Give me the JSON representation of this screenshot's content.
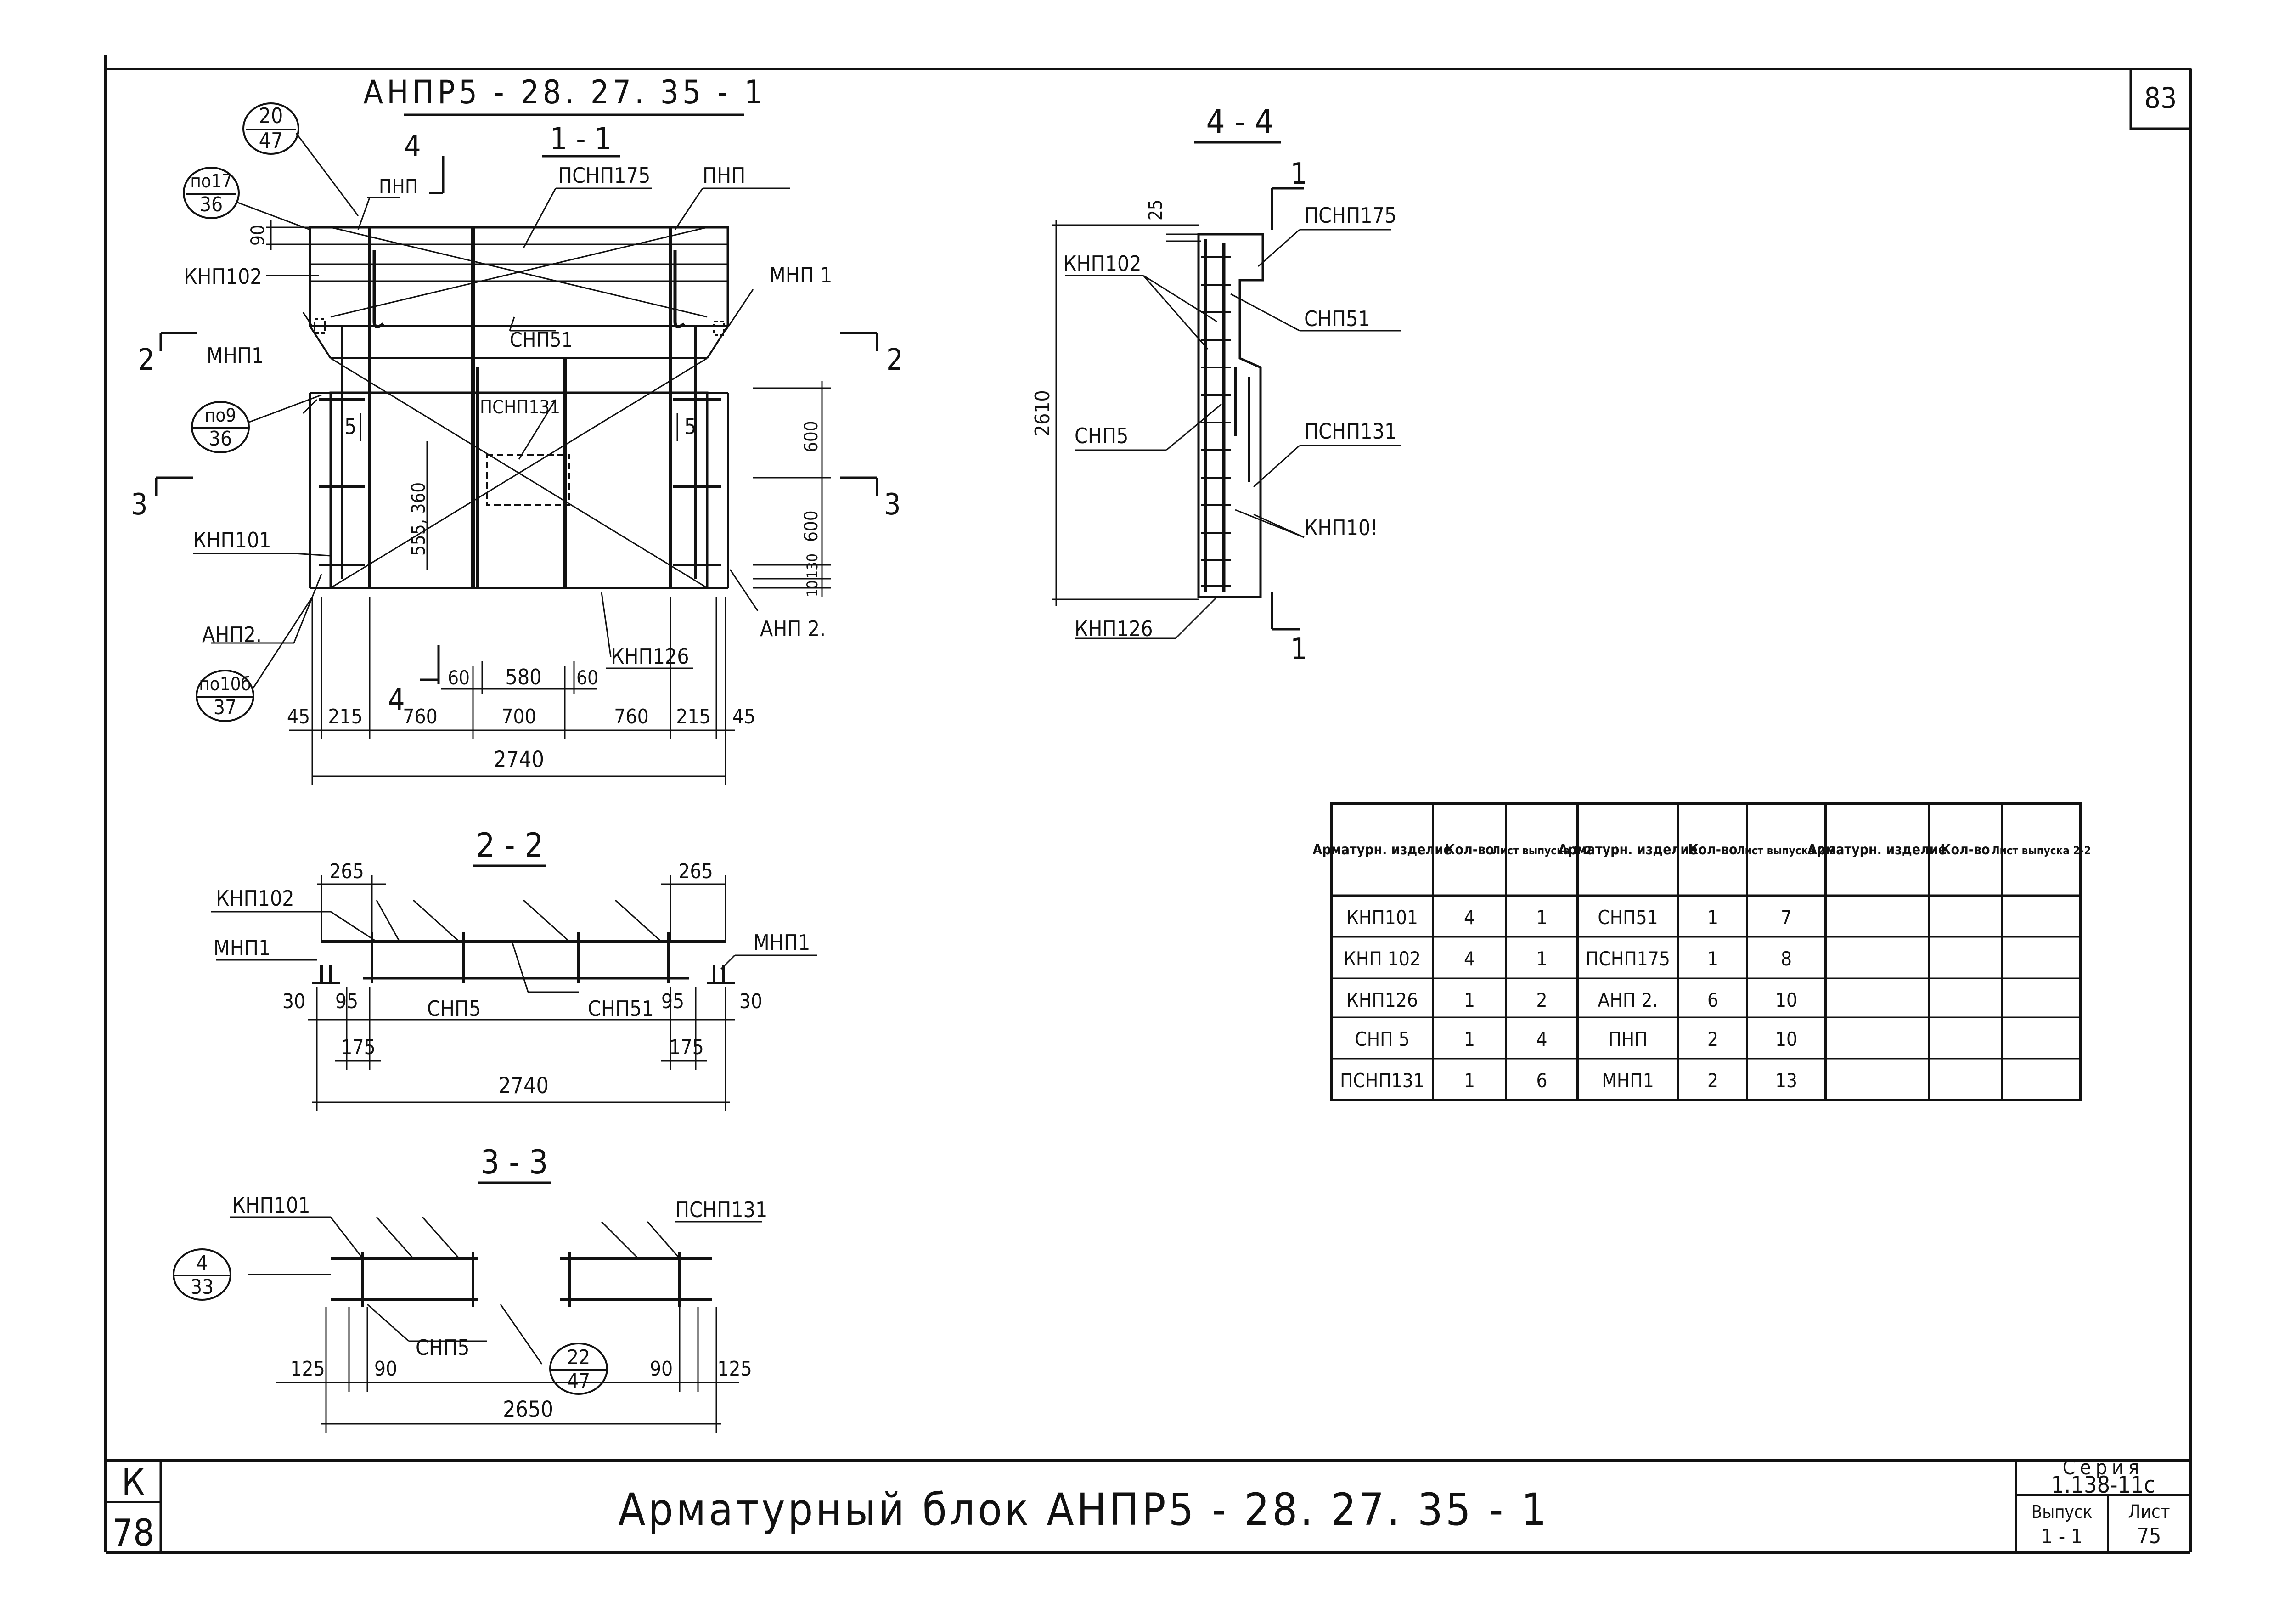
{
  "sheet_number": "83",
  "main_view": {
    "title": "АНПР5 - 28. 27. 35 - 1",
    "section": "1 - 1",
    "circles": [
      {
        "top": "20",
        "bottom": "47"
      },
      {
        "top": "по17",
        "bottom": "36"
      },
      {
        "top": "по9",
        "bottom": "36"
      },
      {
        "top": "по10б",
        "bottom": "37"
      }
    ],
    "labels": {
      "pnp_left": "ПНП",
      "psnp175": "ПСНП175",
      "pnp_right": "ПНП",
      "knp102": "КНП102",
      "mnp1_left": "МНП1",
      "mnp1_right": "МНП 1",
      "snp51": "СНП51",
      "psnp131": "ПСНП131",
      "knp101": "КНП101",
      "anp2_left": "АНП2.",
      "anp2_right": "АНП 2.",
      "knp126": "КНП126"
    },
    "cut_marks": {
      "c2l": "2",
      "c2r": "2",
      "c3l": "3",
      "c3r": "3",
      "c4t": "4",
      "c4b": "4"
    },
    "dims": {
      "d90": "90",
      "d5l": "5",
      "d5r": "5",
      "d555": "555, 360",
      "d600a": "600",
      "d600b": "600",
      "d130": "130",
      "d10": "10",
      "d60l": "60",
      "d580": "580",
      "d60r": "60",
      "d45l": "45",
      "d215l": "215",
      "d760l": "760",
      "d700": "700",
      "d760r": "760",
      "d215r": "215",
      "d45r": "45",
      "total": "2740"
    }
  },
  "section_44": {
    "title": "4 - 4",
    "labels": {
      "psnp175": "ПСНП175",
      "knp102": "КНП102",
      "snp51": "СНП51",
      "snp5": "СНП5",
      "psnp131": "ПСНП131",
      "knp101": "КНП10!",
      "knp126": "КНП126"
    },
    "dims": {
      "d25": "25",
      "d2610": "2610"
    },
    "cut_marks": {
      "top": "1",
      "bottom": "1"
    }
  },
  "section_22": {
    "title": "2 - 2",
    "labels": {
      "knp102": "КНП102",
      "mnp1_left": "МНП1",
      "mnp1_right": "МНП1",
      "snp5": "СНП5",
      "snp51": "СНП51"
    },
    "dims": {
      "d265l": "265",
      "d265r": "265",
      "d30l": "30",
      "d95": "95",
      "d175l": "175",
      "d95r": "95",
      "d175r": "175",
      "d30r": "30",
      "total": "2740"
    }
  },
  "section_33": {
    "title": "3 - 3",
    "labels": {
      "knp101": "КНП101",
      "psnp131": "ПСНП131",
      "snp5": "СНП5"
    },
    "circles": [
      {
        "top": "4",
        "bottom": "33"
      },
      {
        "top": "22",
        "bottom": "47"
      }
    ],
    "dims": {
      "d125l": "125",
      "d90l": "90",
      "d90r": "90",
      "d125r": "125",
      "total": "2650"
    }
  },
  "spec_table": {
    "headers": [
      {
        "item": "Арматурн. изделие",
        "qty": "Кол-во",
        "sheet": "Лист выпуска 2-2"
      },
      {
        "item": "Арматурн. изделие",
        "qty": "Кол-во",
        "sheet": "Лист выпуска 2-2"
      },
      {
        "item": "Арматурн. изделие",
        "qty": "Кол-во",
        "sheet": "Лист выпуска 2-2"
      }
    ],
    "rows": [
      [
        "КНП101",
        "4",
        "1",
        "СНП51",
        "1",
        "7",
        "",
        "",
        ""
      ],
      [
        "КНП 102",
        "4",
        "1",
        "ПСНП175",
        "1",
        "8",
        "",
        "",
        ""
      ],
      [
        "КНП126",
        "1",
        "2",
        "АНП 2.",
        "6",
        "10",
        "",
        "",
        ""
      ],
      [
        "СНП 5",
        "1",
        "4",
        "ПНП",
        "2",
        "10",
        "",
        "",
        ""
      ],
      [
        "ПСНП131",
        "1",
        "6",
        "МНП1",
        "2",
        "13",
        "",
        "",
        ""
      ]
    ]
  },
  "title_block": {
    "corner_top": "К",
    "corner_bottom": "78",
    "title": "Арматурный блок АНПР5 - 28. 27. 35 - 1",
    "series_label": "Серия",
    "series_value": "1.138-11с",
    "issue_label": "Выпуск",
    "issue_value": "1 - 1",
    "sheet_label": "Лист",
    "sheet_value": "75"
  }
}
